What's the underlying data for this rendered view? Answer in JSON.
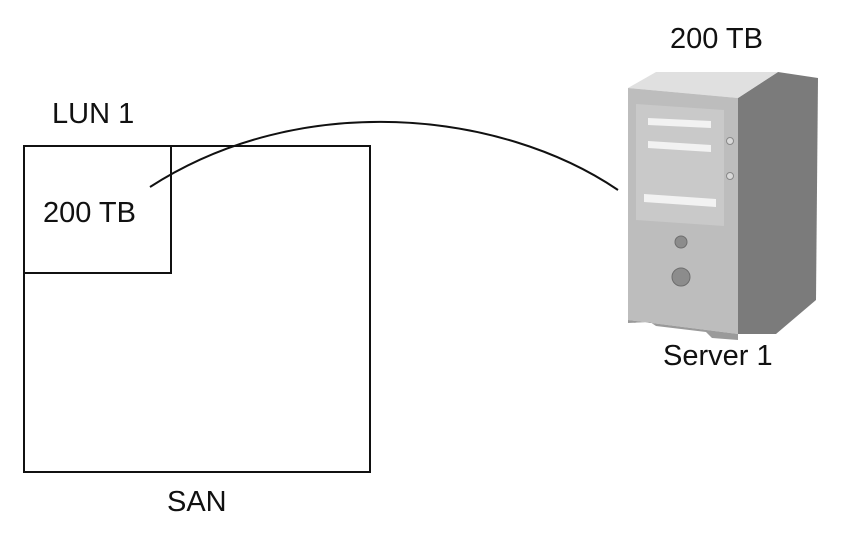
{
  "lun": {
    "title": "LUN 1",
    "size": "200 TB"
  },
  "san": {
    "label": "SAN"
  },
  "server": {
    "size": "200 TB",
    "label": "Server 1",
    "icon": "server-tower-icon"
  },
  "colors": {
    "stroke": "#111111",
    "server_front": "#b9b9b9",
    "server_side": "#7a7a7a",
    "server_top": "#e2e2e2"
  }
}
